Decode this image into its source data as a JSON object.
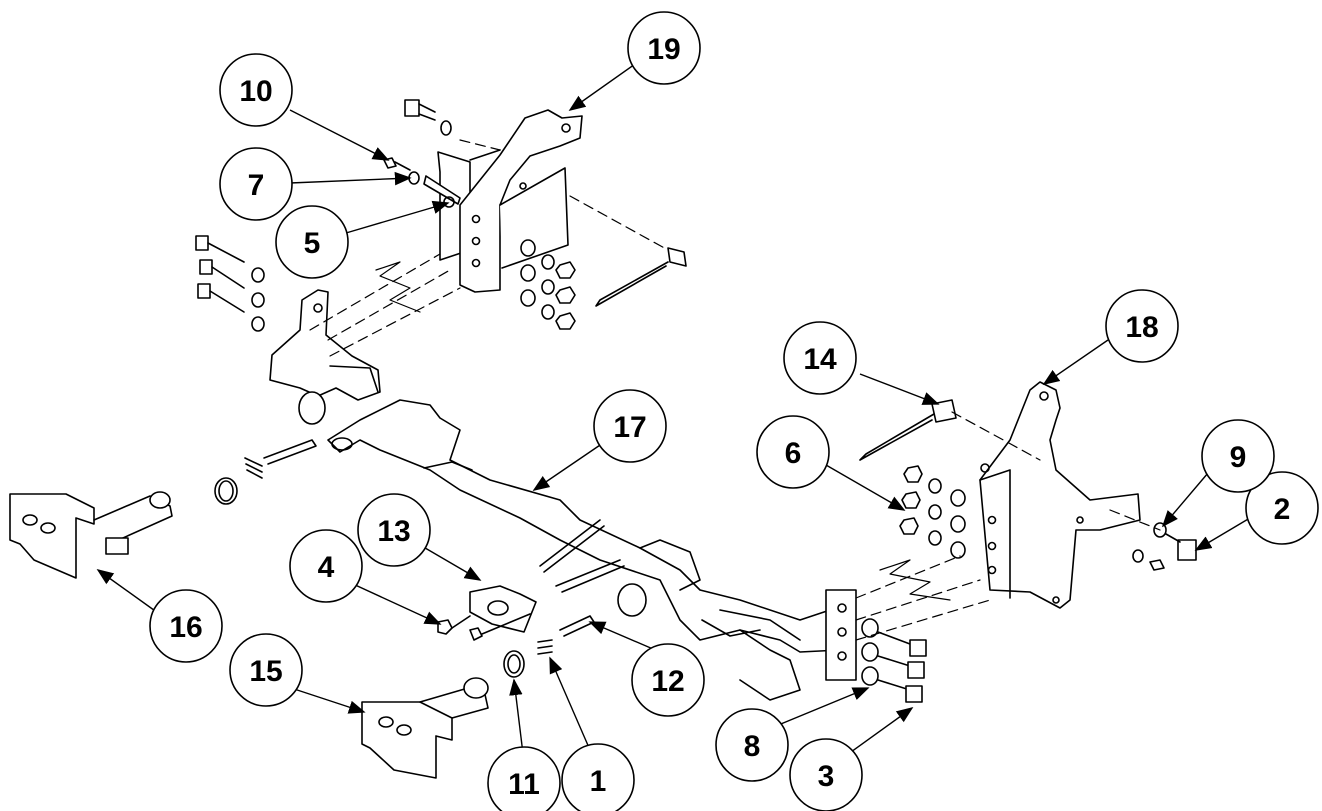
{
  "diagram": {
    "callouts": [
      {
        "id": "c1",
        "label": "1"
      },
      {
        "id": "c2",
        "label": "2"
      },
      {
        "id": "c3",
        "label": "3"
      },
      {
        "id": "c4",
        "label": "4"
      },
      {
        "id": "c5",
        "label": "5"
      },
      {
        "id": "c6",
        "label": "6"
      },
      {
        "id": "c7",
        "label": "7"
      },
      {
        "id": "c8",
        "label": "8"
      },
      {
        "id": "c9",
        "label": "9"
      },
      {
        "id": "c10",
        "label": "10"
      },
      {
        "id": "c11",
        "label": "11"
      },
      {
        "id": "c12",
        "label": "12"
      },
      {
        "id": "c13",
        "label": "13"
      },
      {
        "id": "c14",
        "label": "14"
      },
      {
        "id": "c15",
        "label": "15"
      },
      {
        "id": "c16",
        "label": "16"
      },
      {
        "id": "c17",
        "label": "17"
      },
      {
        "id": "c18",
        "label": "18"
      },
      {
        "id": "c19",
        "label": "19"
      }
    ],
    "colors": {
      "ink": "#000000",
      "paper": "#ffffff"
    }
  }
}
